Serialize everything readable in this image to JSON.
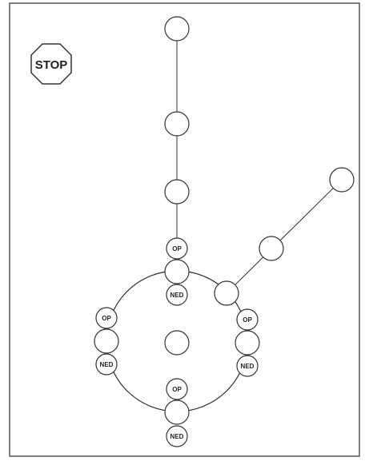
{
  "diagram": {
    "stop_sign": {
      "label": "STOP"
    },
    "labels": {
      "op": "OP",
      "ned": "NED"
    },
    "colors": {
      "stroke": "#333333",
      "background": "#ffffff",
      "text": "#222222"
    }
  }
}
